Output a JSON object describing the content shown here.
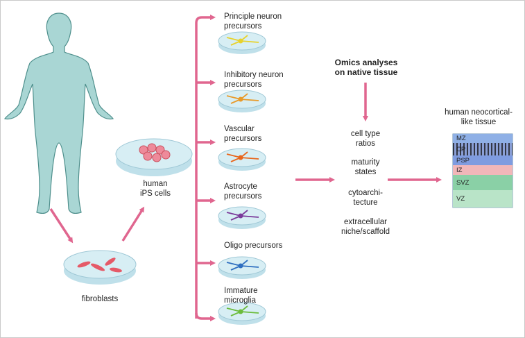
{
  "colors": {
    "arrow": "#e0668f",
    "human_fill": "#a9d6d4",
    "human_stroke": "#4e8f8c",
    "dish_fill": "#d7eef4",
    "dish_rim": "#9fc8d6"
  },
  "cell_types": [
    {
      "label": "Principle neuron\nprecursors",
      "neuron_color": "#e8d22c"
    },
    {
      "label": "Inhibitory neuron\nprecursors",
      "neuron_color": "#e89a2a"
    },
    {
      "label": "Vascular\nprecursors",
      "neuron_color": "#e8661c"
    },
    {
      "label": "Astrocyte\nprecursors",
      "neuron_color": "#7a3a9a"
    },
    {
      "label": "Oligo precursors",
      "neuron_color": "#2f6fc0"
    },
    {
      "label": "Immature\nmicroglia",
      "neuron_color": "#6cbc3c"
    }
  ],
  "fibroblasts_label": "fibroblasts",
  "ips_label": "human\niPS cells",
  "omics_label": "Omics analyses\non native tissue",
  "properties": [
    "cell type\nratios",
    "maturity\nstates",
    "cytoarchi-\ntecture",
    "extracellular\nniche/scaffold"
  ],
  "tissue_title": "human neocortical-\nlike tissue",
  "layers": [
    {
      "name": "MZ",
      "color": "#8fb0e6"
    },
    {
      "name": "CP",
      "color": "#8a9fd6"
    },
    {
      "name": "PSP",
      "color": "#7f9ce0"
    },
    {
      "name": "IZ",
      "color": "#f1b7b9"
    },
    {
      "name": "SVZ",
      "color": "#8ad0a6"
    },
    {
      "name": "VZ",
      "color": "#b9e4c8"
    }
  ]
}
